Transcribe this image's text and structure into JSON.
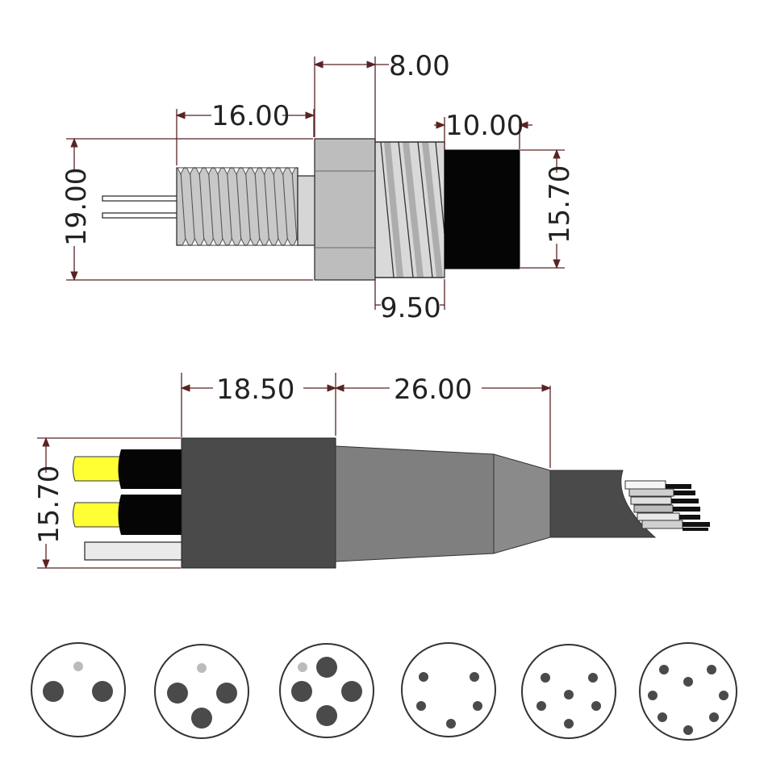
{
  "top_view": {
    "dim_16": "16.00",
    "dim_8": "8.00",
    "dim_10": "10.00",
    "dim_19": "19.00",
    "dim_15_70": "15.70",
    "dim_9_50": "9.50"
  },
  "middle_view": {
    "dim_18_50": "18.50",
    "dim_26": "26.00",
    "dim_15_70": "15.70"
  },
  "pin_layouts": [
    {
      "id": "layout-2-pin"
    },
    {
      "id": "layout-3-pin"
    },
    {
      "id": "layout-4-pin"
    },
    {
      "id": "layout-5-pin"
    },
    {
      "id": "layout-7-pin"
    },
    {
      "id": "layout-8-pin"
    }
  ],
  "colors": {
    "dim_line": "#5a2323",
    "thread_grey": "#c8c8c8",
    "nut_grey": "#bdbdbd",
    "boot_black": "#050505",
    "body_dark": "#4a4a4a",
    "taper_mid": "#7f7f7f",
    "pin_yellow": "#ffff33",
    "pin_dark": "#4a4a4a",
    "key_light": "#bbbbbb"
  }
}
